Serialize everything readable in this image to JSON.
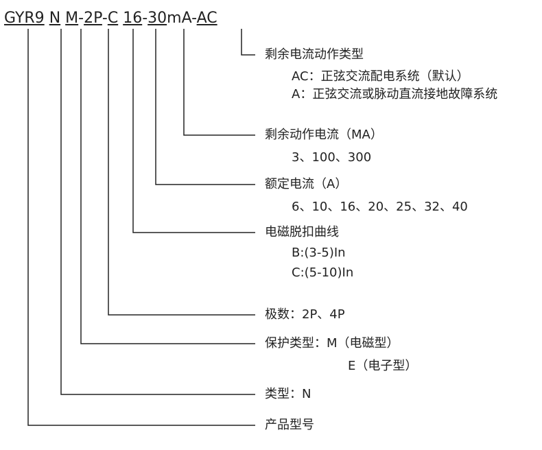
{
  "model_code": {
    "segments": [
      "GYR9",
      "N",
      "M",
      "2P",
      "C",
      "16",
      "30",
      "AC"
    ],
    "separators": [
      "-",
      "-",
      "-",
      "-",
      "mA-"
    ]
  },
  "entries": [
    {
      "title": "剩余电流动作类型",
      "details": [
        "AC：正弦交流配电系统（默认）",
        "A：正弦交流或脉动直流接地故障系统"
      ]
    },
    {
      "title": "剩余动作电流（MA）",
      "details": [
        "3、100、300"
      ]
    },
    {
      "title": "额定电流（A）",
      "details": [
        "6、10、16、20、25、32、40"
      ]
    },
    {
      "title": "电磁脱扣曲线",
      "details": [
        "B:(3-5)In",
        "C:(5-10)In"
      ]
    },
    {
      "title": "极数：2P、4P",
      "details": []
    },
    {
      "title": "保护类型：M（电磁型）",
      "details": [
        "E（电子型）"
      ]
    },
    {
      "title": "类型：N",
      "details": []
    },
    {
      "title": "产品型号",
      "details": []
    }
  ],
  "colors": {
    "line": "#222222",
    "text": "#222222"
  }
}
